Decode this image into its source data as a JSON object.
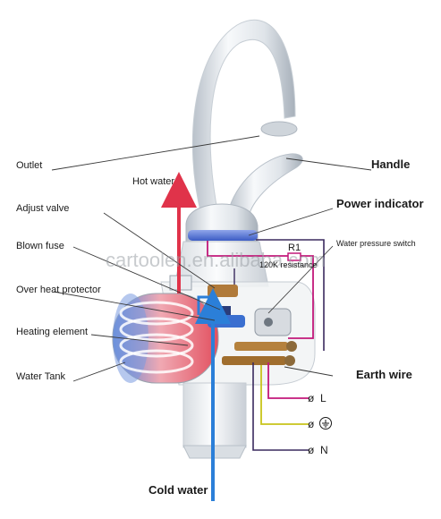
{
  "labels": {
    "outlet": "Outlet",
    "handle": "Handle",
    "hot_water": "Hot water",
    "adjust_valve": "Adjust valve",
    "power_indicator": "Power indicator",
    "blown_fuse": "Blown fuse",
    "r1": "R1",
    "water_pressure_switch": "Water pressure switch",
    "resistance": "120K resistance",
    "over_heat_protector": "Over heat protector",
    "heating_element": "Heating element",
    "water_tank": "Water Tank",
    "earth_wire": "Earth wire",
    "terminal_l": "L",
    "terminal_n": "N",
    "cold_water": "Cold water",
    "watermark": "cartoolen.en.alibaba.com"
  },
  "icons": {
    "terminal_symbol": "ø",
    "earth_symbol": "earth-ground-icon"
  },
  "colors": {
    "hot_arrow": "#e0334a",
    "cold_arrow": "#2b7fd8",
    "live_wire": "#c2187a",
    "neutral_wire": "#3a2a5e",
    "earth_wire": "#c8c41a",
    "chrome_light": "#f4f6f8",
    "chrome_dark": "#9aa3ad",
    "tank_red": "#e25a6a",
    "tank_blue": "#4f7fd6",
    "indicator_blue": "#4b6fd2"
  }
}
